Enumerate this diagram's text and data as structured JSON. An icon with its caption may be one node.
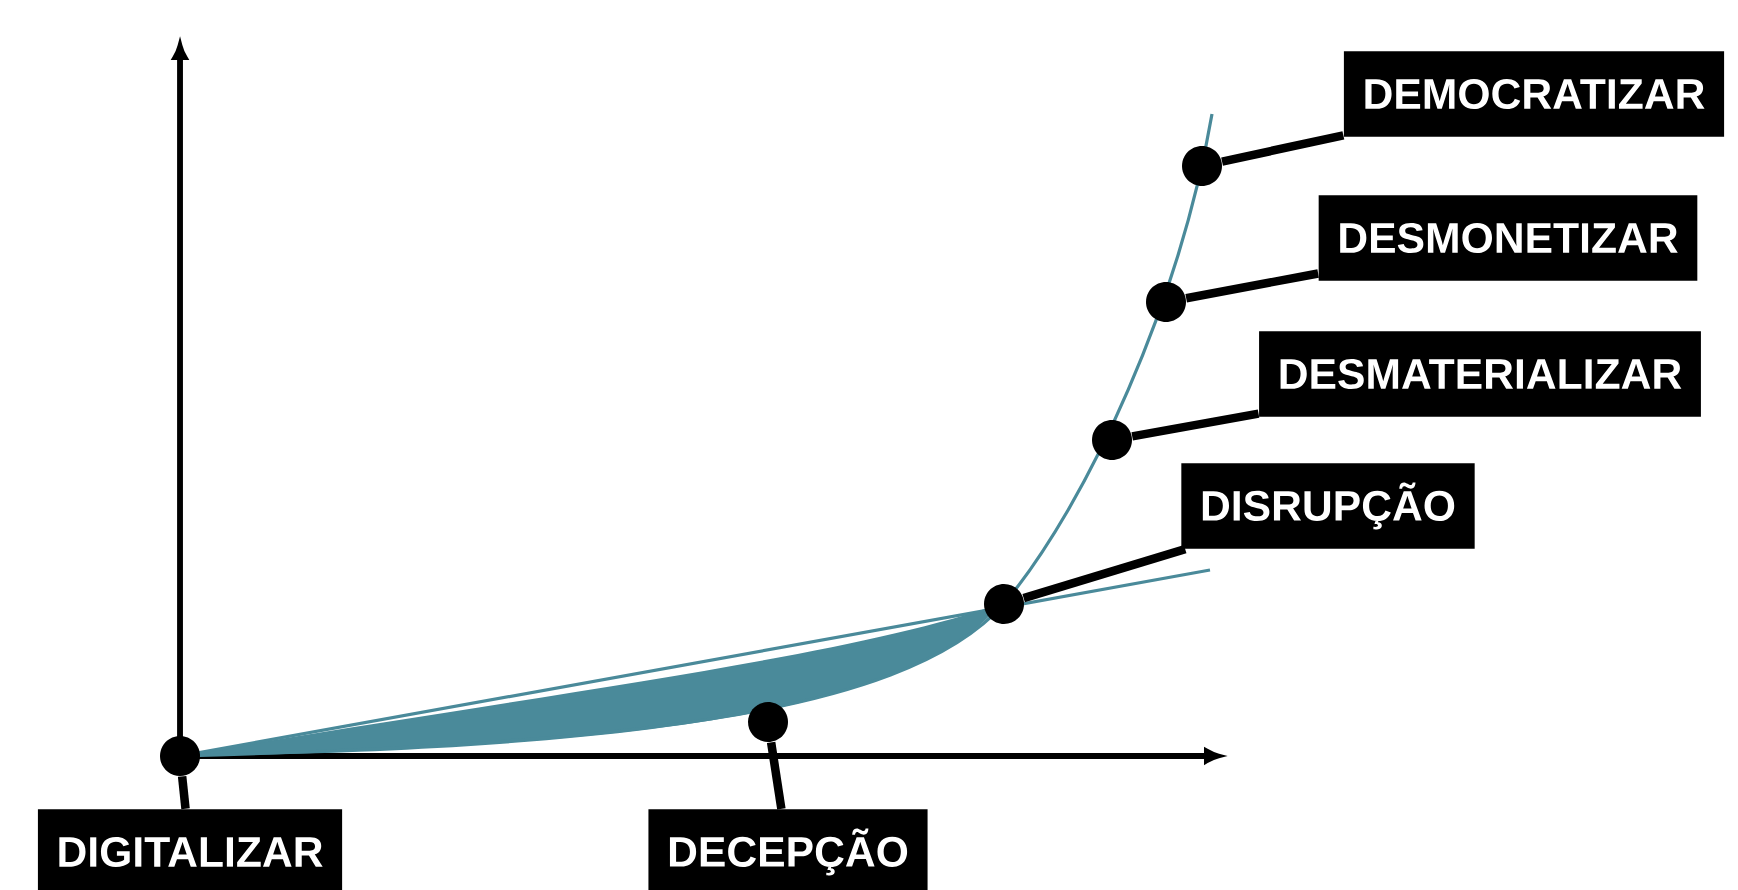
{
  "diagram": {
    "nodes": [
      {
        "text": [
          "DEMOCRATIZAR"
        ]
      },
      {
        "text": [
          "DESMONETIZAR"
        ]
      },
      {
        "text": [
          "DESMATERIALIZAR"
        ]
      },
      {
        "text": [
          "DISRUPÇÃO"
        ]
      },
      {
        "text": [
          "DIGITALIZAR"
        ]
      },
      {
        "text": [
          "DECEPÇÃO"
        ]
      },
      {
        "text": [],
        "shape": "circle"
      },
      {
        "text": [],
        "shape": "circle"
      },
      {
        "text": [],
        "shape": "circle"
      },
      {
        "text": [],
        "shape": "circle"
      },
      {
        "text": [],
        "shape": "circle"
      },
      {
        "text": [],
        "shape": "circle"
      }
    ],
    "edges": [
      {
        "from": 0,
        "to": 6,
        "arrow": "none"
      },
      {
        "from": 1,
        "to": 7,
        "arrow": "none"
      },
      {
        "from": 2,
        "to": 8,
        "arrow": "none"
      },
      {
        "from": 3,
        "to": 9,
        "arrow": "none"
      },
      {
        "from": 4,
        "to": 10,
        "arrow": "none"
      },
      {
        "from": 5,
        "to": 11,
        "arrow": "none"
      }
    ]
  }
}
